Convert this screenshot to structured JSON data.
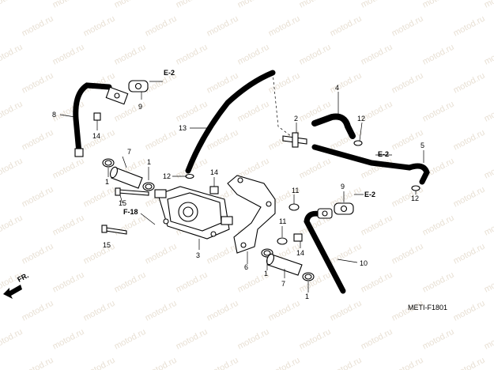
{
  "watermark": "motod.ru",
  "drawing_code": "METI-F1801",
  "direction_label": "FR.",
  "references": [
    {
      "id": "ref-e2-top",
      "text": "E-2"
    },
    {
      "id": "ref-e2-right",
      "text": "E-2"
    },
    {
      "id": "ref-e2-mid",
      "text": "E-2"
    },
    {
      "id": "ref-f18",
      "text": "F-18"
    }
  ],
  "callouts": [
    "1",
    "1",
    "1",
    "1",
    "2",
    "3",
    "4",
    "5",
    "6",
    "7",
    "7",
    "8",
    "9",
    "9",
    "10",
    "11",
    "11",
    "12",
    "12",
    "12",
    "13",
    "14",
    "14",
    "14",
    "15",
    "15"
  ]
}
